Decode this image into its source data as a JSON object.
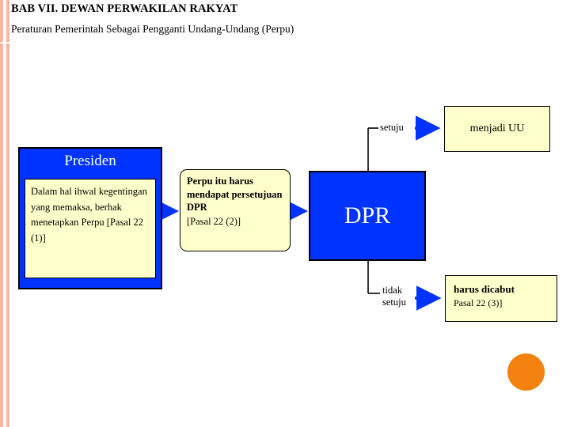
{
  "header": {
    "title": "BAB VII. DEWAN PERWAKILAN RAKYAT",
    "subtitle": "Peraturan Pemerintah Sebagai Pengganti Undang-Undang (Perpu)"
  },
  "diagram": {
    "type": "flowchart",
    "nodes": {
      "presiden": {
        "label": "Presiden",
        "detail": "Dalam hal ihwal kegentingan yang memaksa, berhak menetapkan Perpu [Pasal 22 (1)]"
      },
      "perpu": {
        "text": "Perpu itu harus mendapat persetujuan DPR",
        "pasal": "[Pasal 22 (2)]"
      },
      "dpr": {
        "label": "DPR"
      },
      "menjadi_uu": {
        "label": "menjadi UU"
      },
      "harus_dicabut": {
        "label": "harus dicabut",
        "pasal": "Pasal 22 (3)]"
      }
    },
    "edges": {
      "setuju": "setuju",
      "tidak_setuju_line1": "tidak",
      "tidak_setuju_line2": "setuju"
    },
    "colors": {
      "node_blue": "#0033ff",
      "node_yellow": "#ffffcc",
      "outline": "#000000",
      "accent_orange": "#f2820d",
      "edge_stripe": "#f6b89b"
    }
  }
}
